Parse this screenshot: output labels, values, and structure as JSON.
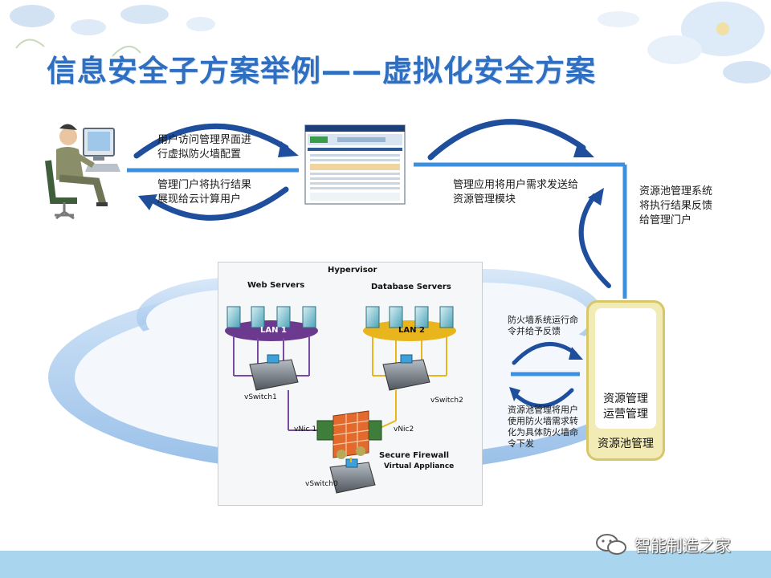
{
  "title": "信息安全子方案举例——虚拟化安全方案",
  "flow": {
    "user_to_portal": [
      "用户访问管理界面进",
      "行虚拟防火墙配置"
    ],
    "portal_to_user": [
      "管理门户将执行结果",
      "展现给云计算用户"
    ],
    "portal_to_resource": [
      "管理应用将用户需求发送给",
      "资源管理模块"
    ],
    "resource_feedback": [
      "资源池管理系统",
      "将执行结果反馈",
      "给管理门户"
    ],
    "firewall_feedback": [
      "防火墙系统运行命",
      "令并给予反馈"
    ],
    "resource_to_firewall": [
      "资源池管理将用户",
      "使用防火墙需求转",
      "化为具体防火墙命",
      "令下发"
    ]
  },
  "resource_box": {
    "inner_label": [
      "资源管理",
      "运营管理"
    ],
    "outer_label": "资源池管理"
  },
  "hypervisor": {
    "title": "Hypervisor",
    "web_servers": "Web Servers",
    "database_servers": "Database Servers",
    "lan1": "LAN 1",
    "lan2": "LAN 2",
    "vswitch1": "vSwitch1",
    "vswitch2": "vSwitch2",
    "vswitch0": "vSwitch0",
    "vnic1": "vNic 1",
    "vnic2": "vNic2",
    "firewall_title": "Secure Firewall",
    "firewall_sub": "Virtual Appliance"
  },
  "brand": "智能制造之家",
  "colors": {
    "title": "#2e6fc1",
    "arrow": "#1f4e9c",
    "line": "#3d8fe0",
    "lan1": "#6b3a8f",
    "lan2": "#e8b51c"
  }
}
